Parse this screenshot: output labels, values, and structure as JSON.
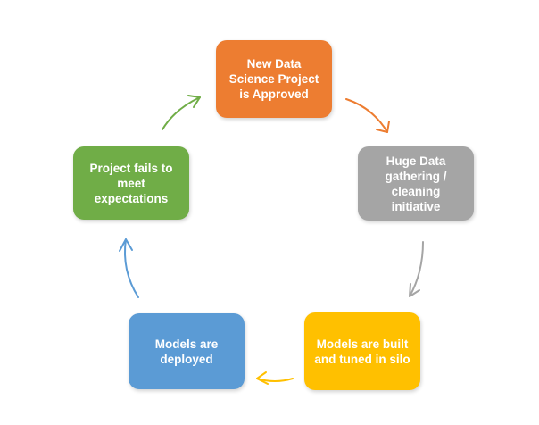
{
  "nodes": [
    {
      "label": "New Data Science Project is Approved",
      "color": "#ED7D31"
    },
    {
      "label": "Huge Data gathering / cleaning initiative",
      "color": "#A5A5A5"
    },
    {
      "label": "Models are built and tuned in silo",
      "color": "#FFC000"
    },
    {
      "label": "Models are deployed",
      "color": "#5B9BD5"
    },
    {
      "label": "Project fails to meet expectations",
      "color": "#70AD47"
    }
  ],
  "arrows": [
    {
      "from": "New Data Science Project is Approved",
      "to": "Huge Data gathering / cleaning initiative",
      "color": "#ED7D31"
    },
    {
      "from": "Huge Data gathering / cleaning initiative",
      "to": "Models are built and tuned in silo",
      "color": "#A5A5A5"
    },
    {
      "from": "Models are built and tuned in silo",
      "to": "Models are deployed",
      "color": "#FFC000"
    },
    {
      "from": "Models are deployed",
      "to": "Project fails to meet expectations",
      "color": "#5B9BD5"
    },
    {
      "from": "Project fails to meet expectations",
      "to": "New Data Science Project is Approved",
      "color": "#70AD47"
    }
  ]
}
